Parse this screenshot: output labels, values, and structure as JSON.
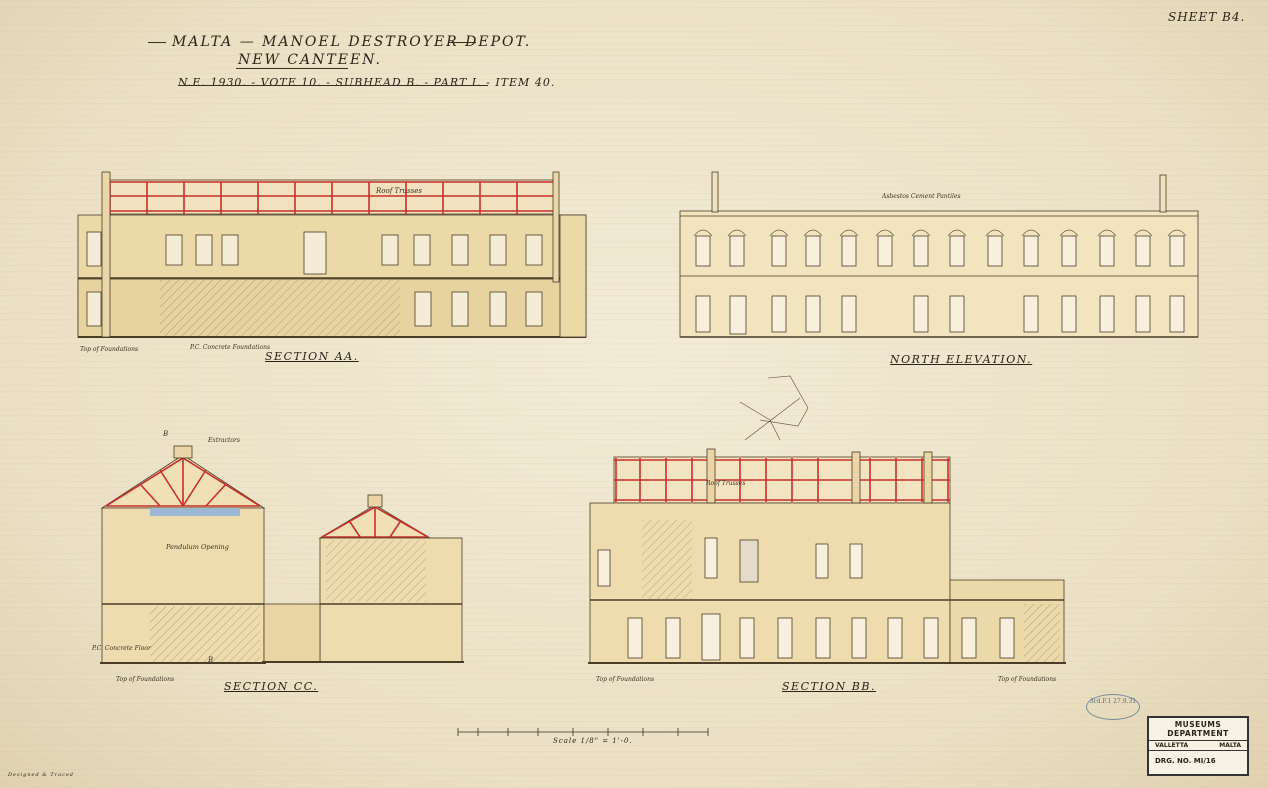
{
  "sheet": "SHEET B4.",
  "title": {
    "line1": "MALTA — MANOEL DESTROYER DEPOT.",
    "line2": "NEW CANTEEN.",
    "line3": "N.E. 1930. - VOTE 10. - SUBHEAD B. - PART I. - ITEM 40."
  },
  "drawings": {
    "section_aa": "SECTION AA.",
    "north_elevation": "NORTH ELEVATION.",
    "section_cc": "SECTION CC.",
    "section_bb": "SECTION BB."
  },
  "notes": {
    "roof_trusses": "Roof Trusses",
    "top_of_foundations": "Top of Foundations",
    "pc_concrete_floor": "P.C. Concrete Floor",
    "pc_concrete_foundations": "P.C. Concrete Foundations",
    "asbestos_cement_pantiles": "Asbestos Cement Pantiles",
    "pendulum_opening": "Pendulum Opening",
    "extractors": "Extractors",
    "b_marker": "B"
  },
  "scale": "Scale 1/8\" = 1'-0.",
  "stamp": {
    "museum": "MUSEUMS DEPARTMENT",
    "valletta": "VALLETTA",
    "malta": "MALTA",
    "drg_label": "DRG. NO.",
    "drg_no": "MI/16"
  },
  "oval_stamp": "3rd.F.1 27.9.31",
  "drawn_by": "Designed & Traced"
}
